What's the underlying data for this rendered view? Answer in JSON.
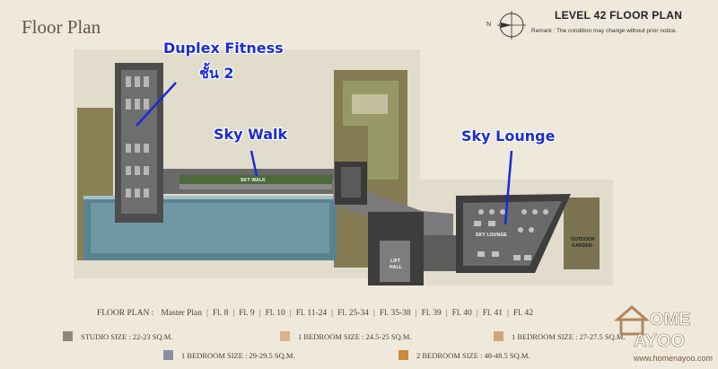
{
  "header": {
    "title": "Floor Plan",
    "level_title": "LEVEL 42 FLOOR PLAN",
    "remark": "Remark : The condition may change without prior notice.",
    "compass_letter": "N"
  },
  "callouts": {
    "fitness_line1": "Duplex Fitness",
    "fitness_line2": "ชั้น 2",
    "sky_walk": "Sky Walk",
    "sky_lounge": "Sky Lounge"
  },
  "plan_labels": {
    "sky_walk": "SKY WALK",
    "sky_lounge": "SKY LOUNGE",
    "lift_hall_1": "LIFT",
    "lift_hall_2": "HALL",
    "outdoor_1": "OUTDOOR",
    "outdoor_2": "GARDEN"
  },
  "floor_plan_row": {
    "label": "FLOOR PLAN :",
    "items": [
      "Master Plan",
      "Fl. 8",
      "Fl. 9",
      "Fl. 10",
      "Fl. 11-24",
      "Fl. 25-34",
      "Fl. 35-38",
      "Fl. 39",
      "Fl. 40",
      "Fl. 41",
      "Fl. 42"
    ]
  },
  "legend": [
    {
      "label": "STUDIO SIZE : 22-23 SQ.M.",
      "color": "#8f877b"
    },
    {
      "label": "1 BEDROOM SIZE : 24.5-25 SQ.M.",
      "color": "#d6b38c"
    },
    {
      "label": "1 BEDROOM SIZE : 27-27.5 SQ.M.",
      "color": "#d2a577"
    },
    {
      "label": "1 BEDROOM SIZE : 29-29.5 SQ.M.",
      "color": "#8a8ea3"
    },
    {
      "label": "2 BEDROOM SIZE : 48-48.5 SQ.M.",
      "color": "#cd8a3c"
    }
  ],
  "logo": {
    "line1": "OME",
    "line2": "AYOO",
    "url": "www.homenayoo.com"
  },
  "colors": {
    "background": "#efe9dc",
    "callout_blue": "#1a2bd9",
    "pool": "#4a7a8a",
    "building": "#555555",
    "garden": "#8d8356"
  }
}
